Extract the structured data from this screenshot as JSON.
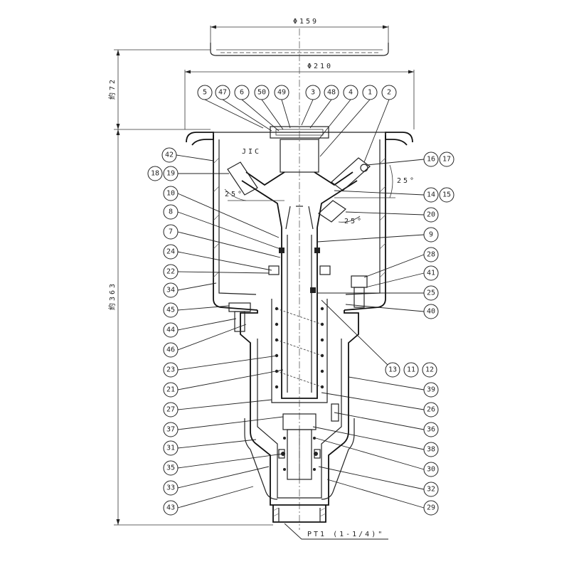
{
  "dimensions": {
    "top_width": "Φ159",
    "flange_width": "Φ210",
    "upper_height": "約72",
    "total_height": "約363",
    "inlet_thread": "PT1 (1-1/4)\"",
    "angle_right": "25°",
    "angle_left": "25°",
    "angle_lower": "25°",
    "mark": "JIC"
  },
  "parts_top": [
    "5",
    "47",
    "6",
    "50",
    "49",
    "3",
    "48",
    "4",
    "1",
    "2"
  ],
  "parts_left": [
    "42",
    "18",
    "19",
    "10",
    "8",
    "7",
    "24",
    "22",
    "34",
    "45",
    "44",
    "46",
    "23",
    "21",
    "27",
    "37",
    "31",
    "35",
    "33",
    "43"
  ],
  "parts_right": [
    "16",
    "17",
    "14",
    "15",
    "20",
    "9",
    "28",
    "41",
    "25",
    "40",
    "13",
    "11",
    "12",
    "39",
    "26",
    "36",
    "38",
    "30",
    "32",
    "29"
  ],
  "colors": {
    "line": "#222222",
    "background": "#ffffff"
  }
}
